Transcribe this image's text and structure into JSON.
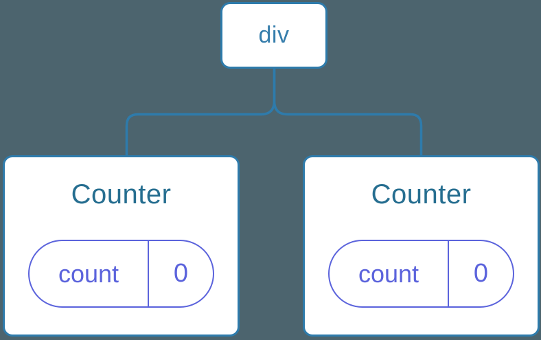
{
  "diagram": {
    "type": "component-tree",
    "root": {
      "label": "div"
    },
    "children": [
      {
        "title": "Counter",
        "state": {
          "key": "count",
          "value": "0"
        }
      },
      {
        "title": "Counter",
        "state": {
          "key": "count",
          "value": "0"
        }
      }
    ],
    "colors": {
      "background": "#4C646E",
      "node_fill": "#FFFFFF",
      "node_border": "#2E7BAB",
      "root_label": "#377EAC",
      "child_title": "#266E90",
      "state_accent": "#5B63DC"
    }
  }
}
